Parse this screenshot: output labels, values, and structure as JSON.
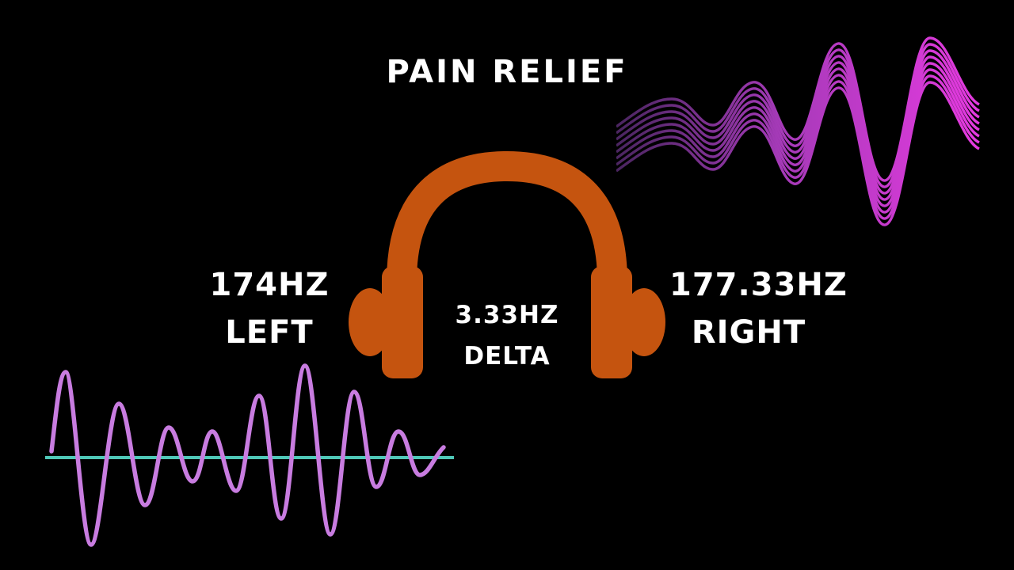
{
  "title": "PAIN RELIEF",
  "left_channel": {
    "frequency": "174HZ",
    "label": "LEFT"
  },
  "right_channel": {
    "frequency": "177.33HZ",
    "label": "RIGHT"
  },
  "beat": {
    "frequency": "3.33HZ",
    "label": "DELTA"
  },
  "colors": {
    "background": "#000000",
    "text": "#ffffff",
    "headphones": "#c5540f",
    "wave_dark": "#4a2560",
    "wave_mid": "#a53ab8",
    "wave_bright": "#e53ae0",
    "waveform": "#c87ce0",
    "baseline": "#4fc8b8"
  }
}
